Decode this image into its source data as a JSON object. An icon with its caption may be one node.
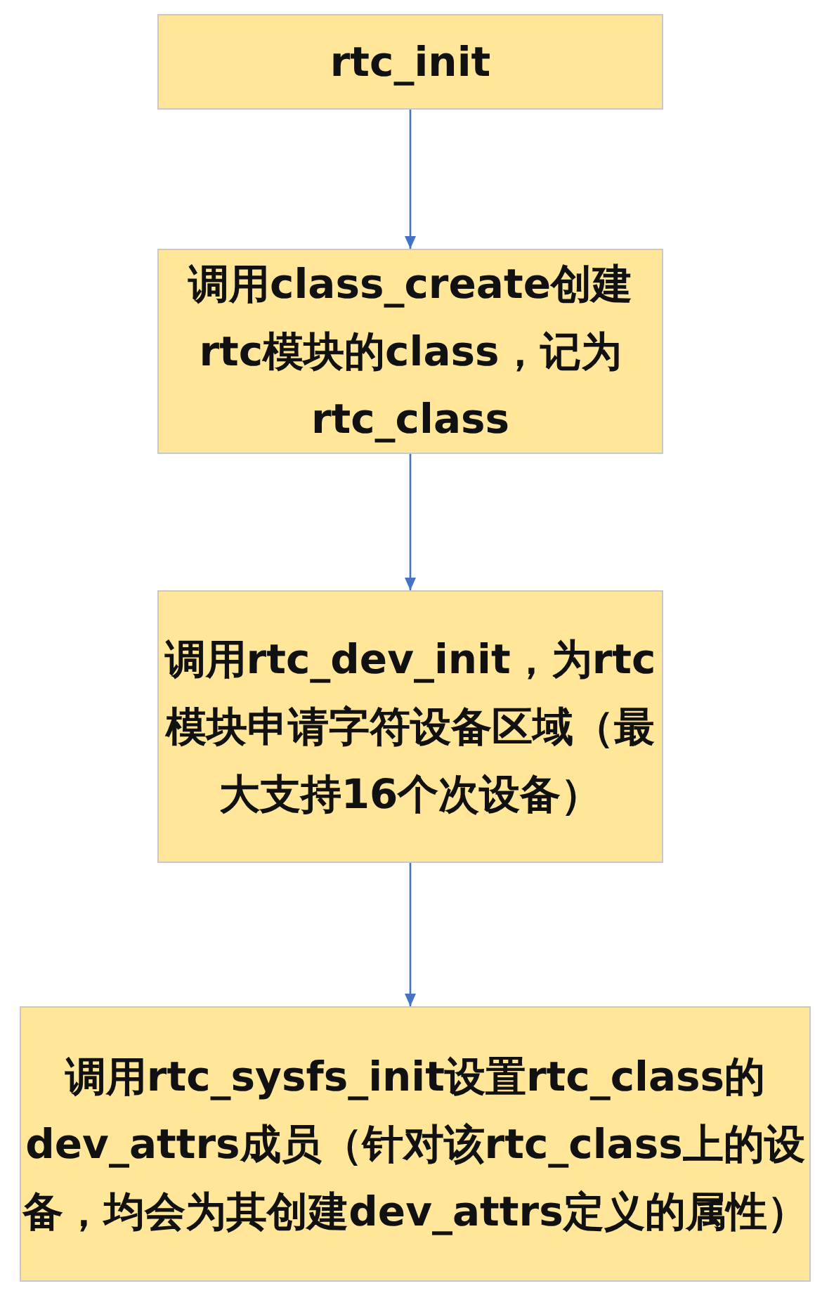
{
  "diagram": {
    "nodes": [
      {
        "text": [
          "rtc_init"
        ]
      },
      {
        "text": [
          "调用class_create创建rtc模块的class，记为rtc_class"
        ]
      },
      {
        "text": [
          "调用rtc_dev_init，为rtc模块申请字符设备区域（最大支持16个次设备）"
        ]
      },
      {
        "text": [
          "调用rtc_sysfs_init设置rtc_class的dev_attrs成员（针对该rtc_class上的设备，均会为其创建dev_attrs定义的属性）"
        ]
      }
    ],
    "edges": [
      {
        "from": 0,
        "to": 1,
        "arrow": "to"
      },
      {
        "from": 1,
        "to": 2,
        "arrow": "to"
      },
      {
        "from": 2,
        "to": 3,
        "arrow": "to"
      }
    ]
  }
}
